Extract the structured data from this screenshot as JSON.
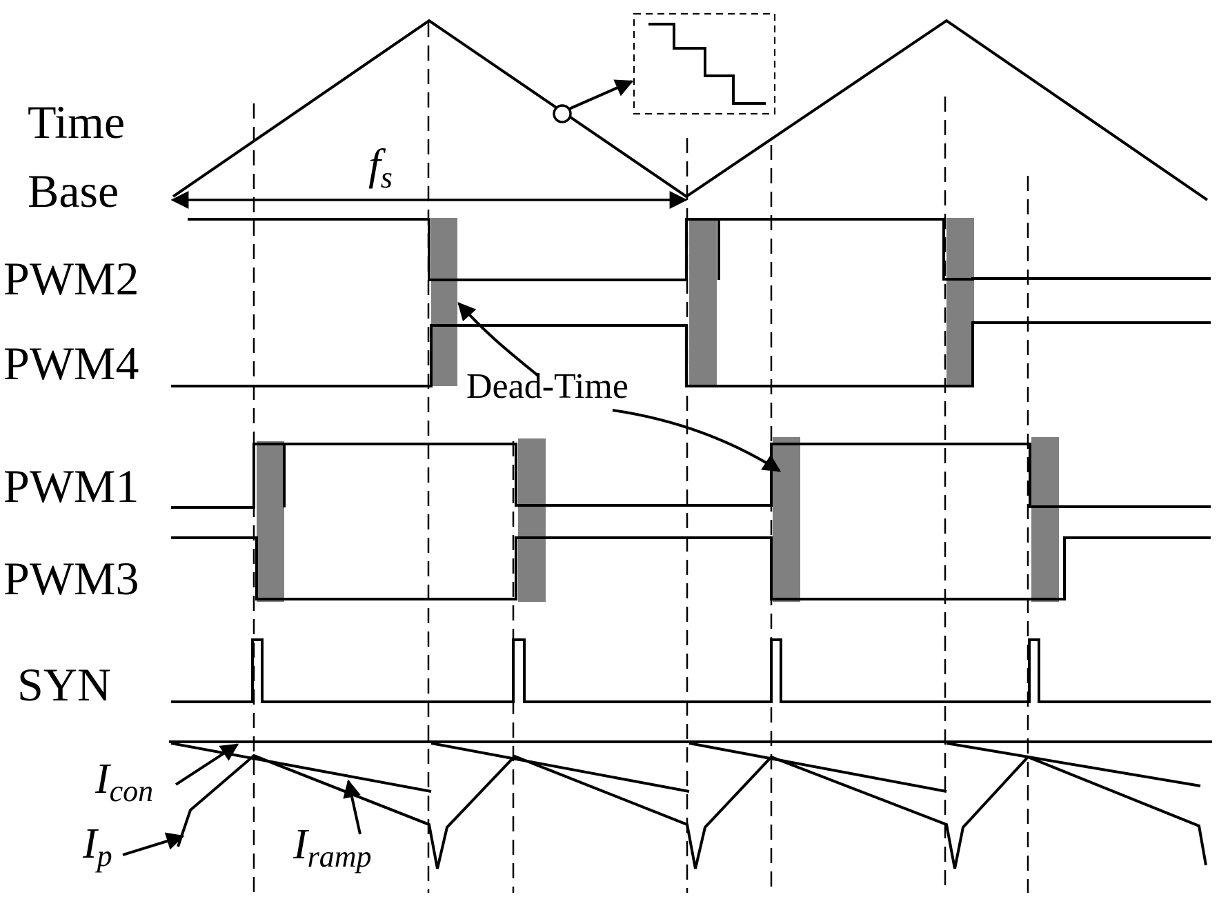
{
  "labels": {
    "time_base_line1": "Time",
    "time_base_line2": "Base",
    "fs_main": "f",
    "fs_sub": "s",
    "pwm2": "PWM2",
    "pwm4": "PWM4",
    "pwm1": "PWM1",
    "pwm3": "PWM3",
    "syn": "SYN",
    "dead_time": "Dead-Time",
    "icon_main": "I",
    "icon_sub": "con",
    "ip_main": "I",
    "ip_sub": "p",
    "iramp_main": "I",
    "iramp_sub": "ramp"
  },
  "colors": {
    "line": "#000000",
    "dead_time_fill": "#808080",
    "background": "#ffffff"
  }
}
